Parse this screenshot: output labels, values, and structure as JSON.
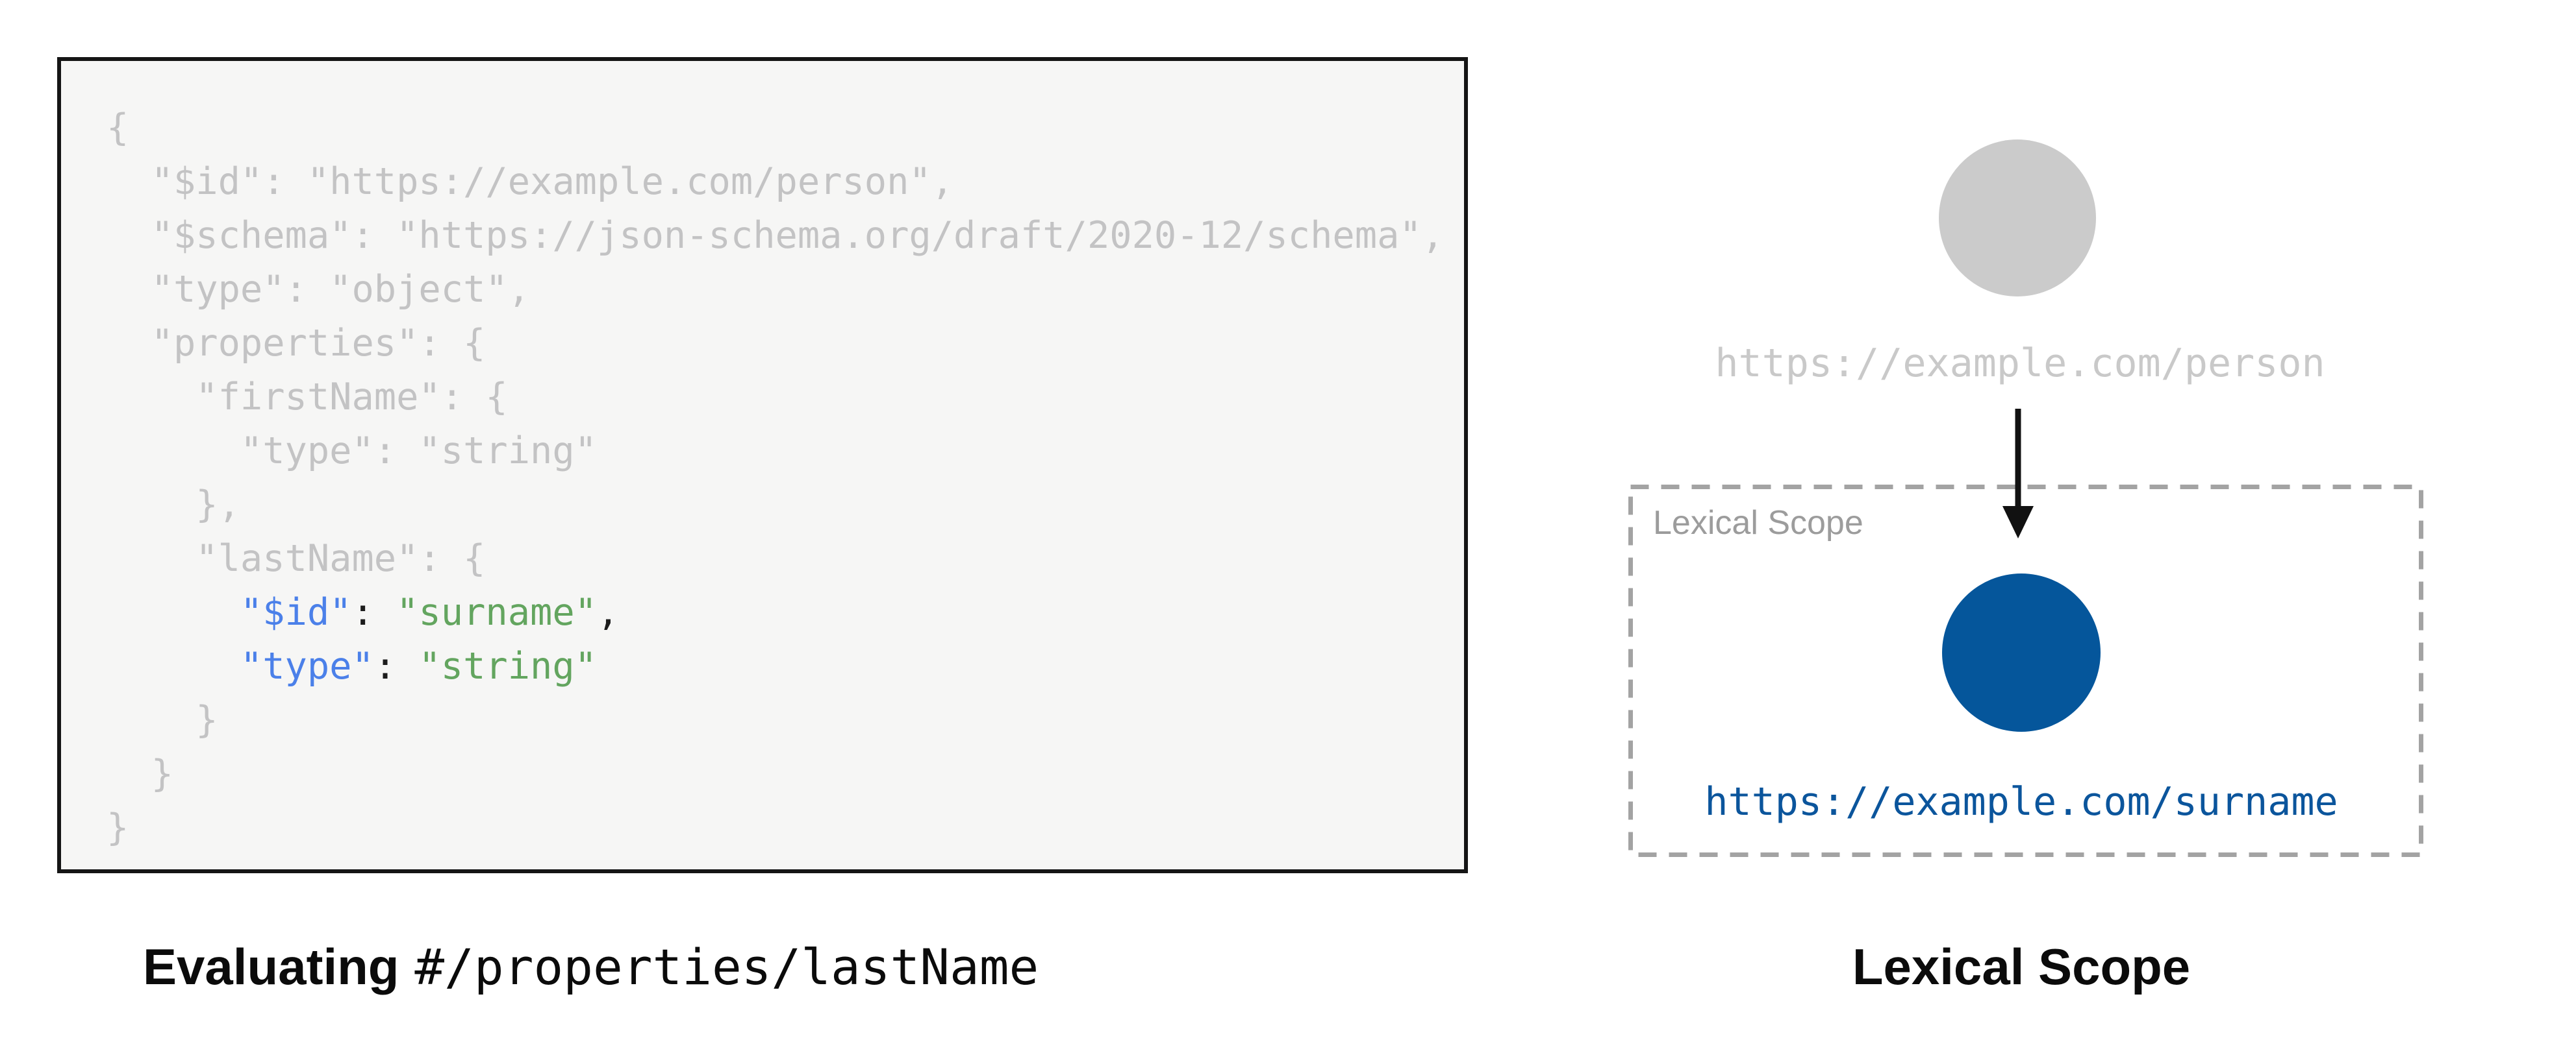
{
  "palette": {
    "page_bg": "#ffffff",
    "code_bg": "#f6f6f5",
    "code_border": "#151515",
    "code_muted": "#c3c3c4",
    "code_key": "#4b80e9",
    "code_str": "#63a55f",
    "code_plain": "#1c1c1c",
    "gray_node": "#cbcbcb",
    "gray_label": "#c9c9c9",
    "blue_node": "#05569b",
    "blue_label": "#0b559c",
    "scope_border": "#a3a3a3",
    "scope_label": "#9c9c9c",
    "arrow": "#111111",
    "caption": "#0b0b0b"
  },
  "left_panel": {
    "caption_bold": "Evaluating",
    "caption_path": "#/properties/lastName",
    "code_lines": [
      [
        {
          "t": "{",
          "c": "muted"
        }
      ],
      [
        {
          "t": "  \"$id\": \"https://example.com/person\",",
          "c": "muted"
        }
      ],
      [
        {
          "t": "  \"$schema\": \"https://json-schema.org/draft/2020-12/schema\",",
          "c": "muted"
        }
      ],
      [
        {
          "t": "  \"type\": \"object\",",
          "c": "muted"
        }
      ],
      [
        {
          "t": "  \"properties\": {",
          "c": "muted"
        }
      ],
      [
        {
          "t": "    \"firstName\": {",
          "c": "muted"
        }
      ],
      [
        {
          "t": "      \"type\": \"string\"",
          "c": "muted"
        }
      ],
      [
        {
          "t": "    },",
          "c": "muted"
        }
      ],
      [
        {
          "t": "    \"lastName\": {",
          "c": "muted"
        }
      ],
      [
        {
          "t": "      ",
          "c": "plain"
        },
        {
          "t": "\"$id\"",
          "c": "key"
        },
        {
          "t": ": ",
          "c": "plain"
        },
        {
          "t": "\"surname\"",
          "c": "str"
        },
        {
          "t": ",",
          "c": "plain"
        }
      ],
      [
        {
          "t": "      ",
          "c": "plain"
        },
        {
          "t": "\"type\"",
          "c": "key"
        },
        {
          "t": ": ",
          "c": "plain"
        },
        {
          "t": "\"string\"",
          "c": "str"
        }
      ],
      [
        {
          "t": "    }",
          "c": "muted"
        }
      ],
      [
        {
          "t": "  }",
          "c": "muted"
        }
      ],
      [
        {
          "t": "}",
          "c": "muted"
        }
      ]
    ]
  },
  "right_panel": {
    "person_label": "https://example.com/person",
    "scope_box_label": "Lexical Scope",
    "surname_label": "https://example.com/surname",
    "caption": "Lexical Scope"
  }
}
